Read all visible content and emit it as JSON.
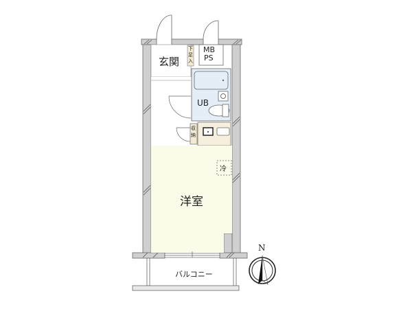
{
  "rooms": {
    "entrance": "玄関",
    "shoe_storage": "下足入",
    "mb": "MB",
    "ps": "PS",
    "unit_bath": "UB",
    "storage": "収納",
    "fridge": "冷",
    "western_room": "洋室",
    "balcony": "バルコニー"
  },
  "compass": {
    "north": "N"
  },
  "colors": {
    "wall": "#cfcfcf",
    "room": "#fbfbe9",
    "bath": "#e3eef7",
    "kitchen": "#f6efdd",
    "line": "#555555"
  }
}
